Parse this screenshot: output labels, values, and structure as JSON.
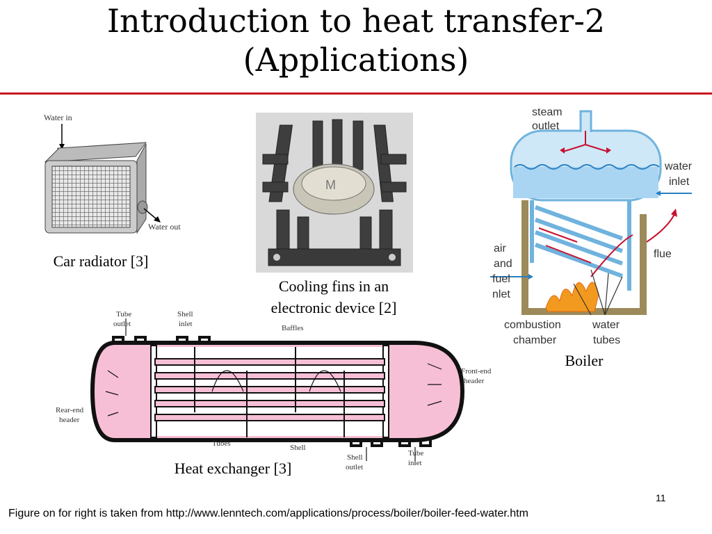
{
  "slide": {
    "title_line1": "Introduction to heat transfer-2",
    "title_line2": "(Applications)",
    "page_number": "11",
    "footer": "Figure on for right is taken from http://www.lenntech.com/applications/process/boiler/boiler-feed-water.htm"
  },
  "radiator": {
    "caption": "Car radiator [3]",
    "water_in": "Water in",
    "water_out": "Water out"
  },
  "fins": {
    "caption_line1": "Cooling fins in an",
    "caption_line2": "electronic device [2]"
  },
  "boiler": {
    "caption": "Boiler",
    "steam_line1": "steam",
    "steam_line2": "outlet",
    "water_inlet_line1": "water",
    "water_inlet_line2": "inlet",
    "flue": "flue",
    "air_line1": "air",
    "air_line2": "and",
    "air_line3": "fuel",
    "air_line4": "nlet",
    "combustion_line1": "combustion",
    "combustion_line2": "chamber",
    "tubes_line1": "water",
    "tubes_line2": "tubes"
  },
  "exchanger": {
    "caption": "Heat exchanger [3]",
    "tube_outlet_line1": "Tube",
    "tube_outlet_line2": "outlet",
    "shell_inlet_line1": "Shell",
    "shell_inlet_line2": "inlet",
    "baffles": "Baffles",
    "front_header_line1": "Front-end",
    "front_header_line2": "header",
    "rear_header_line1": "Rear-end",
    "rear_header_line2": "header",
    "tubes": "Tubes",
    "shell": "Shell",
    "shell_outlet_line1": "Shell",
    "shell_outlet_line2": "outlet",
    "tube_inlet_line1": "Tube",
    "tube_inlet_line2": "inlet"
  }
}
